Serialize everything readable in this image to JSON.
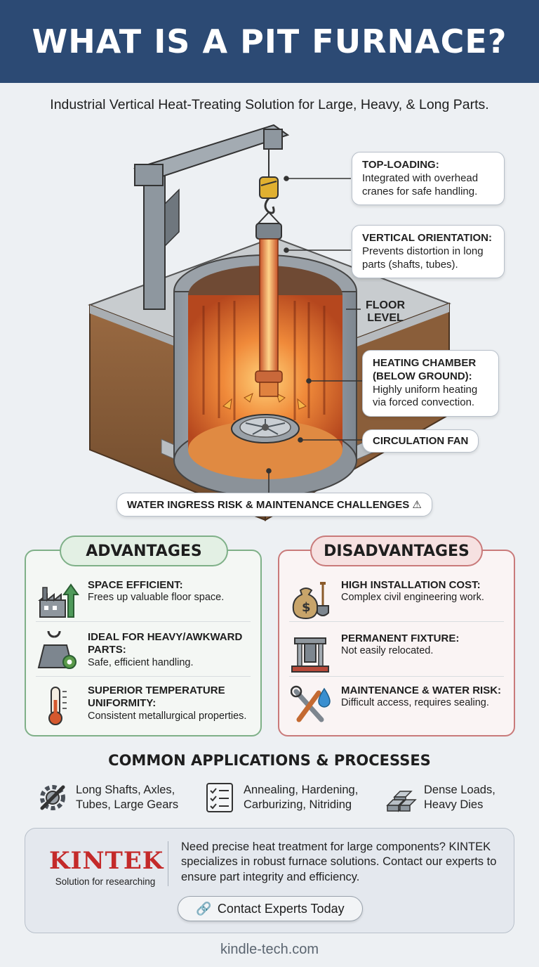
{
  "header": {
    "title": "WHAT IS A PIT FURNACE?"
  },
  "subtitle": "Industrial Vertical Heat-Treating Solution for Large, Heavy, & Long Parts.",
  "diagram": {
    "callouts": [
      {
        "title": "TOP-LOADING:",
        "text": "Integrated with overhead cranes for safe handling."
      },
      {
        "title": "VERTICAL ORIENTATION:",
        "text": "Prevents distortion in long parts (shafts, tubes)."
      },
      {
        "title": "HEATING CHAMBER (BELOW GROUND):",
        "text": "Highly uniform heating via forced convection."
      }
    ],
    "floor_label": "FLOOR LEVEL",
    "fan_label": "CIRCULATION FAN",
    "water_label": "WATER INGRESS RISK & MAINTENANCE CHALLENGES ⚠"
  },
  "advantages": {
    "title": "ADVANTAGES",
    "items": [
      {
        "title": "SPACE EFFICIENT:",
        "text": "Frees up valuable floor space.",
        "icon": "factory-growth-icon"
      },
      {
        "title": "IDEAL FOR HEAVY/AWKWARD PARTS:",
        "text": "Safe, efficient handling.",
        "icon": "weight-gear-icon"
      },
      {
        "title": "SUPERIOR TEMPERATURE UNIFORMITY:",
        "text": "Consistent metallurgical properties.",
        "icon": "thermometer-icon"
      }
    ]
  },
  "disadvantages": {
    "title": "DISADVANTAGES",
    "items": [
      {
        "title": "HIGH INSTALLATION COST:",
        "text": "Complex civil engineering work.",
        "icon": "money-bag-shovel-icon"
      },
      {
        "title": "PERMANENT FIXTURE:",
        "text": "Not easily relocated.",
        "icon": "fixture-icon"
      },
      {
        "title": "MAINTENANCE & WATER RISK:",
        "text": "Difficult access, requires sealing.",
        "icon": "tools-water-icon"
      }
    ]
  },
  "applications": {
    "title": "COMMON APPLICATIONS & PROCESSES",
    "items": [
      {
        "line1": "Long Shafts, Axles,",
        "line2": "Tubes, Large Gears",
        "icon": "gear-wrench-icon"
      },
      {
        "line1": "Annealing, Hardening,",
        "line2": "Carburizing, Nitriding",
        "icon": "checklist-icon"
      },
      {
        "line1": "Dense Loads,",
        "line2": "Heavy Dies",
        "icon": "metal-ingots-icon"
      }
    ]
  },
  "cta": {
    "brand": "KINTEK",
    "tagline": "Solution for researching",
    "text": "Need precise heat treatment for large components? KINTEK specializes in robust furnace solutions. Contact our experts to ensure part integrity and efficiency.",
    "button": "Contact Experts Today"
  },
  "footer": {
    "url": "kindle-tech.com"
  },
  "colors": {
    "header": "#2c4a74",
    "advantages": "#7fb088",
    "disadvantages": "#c97a7a",
    "brand": "#c42a2a"
  }
}
